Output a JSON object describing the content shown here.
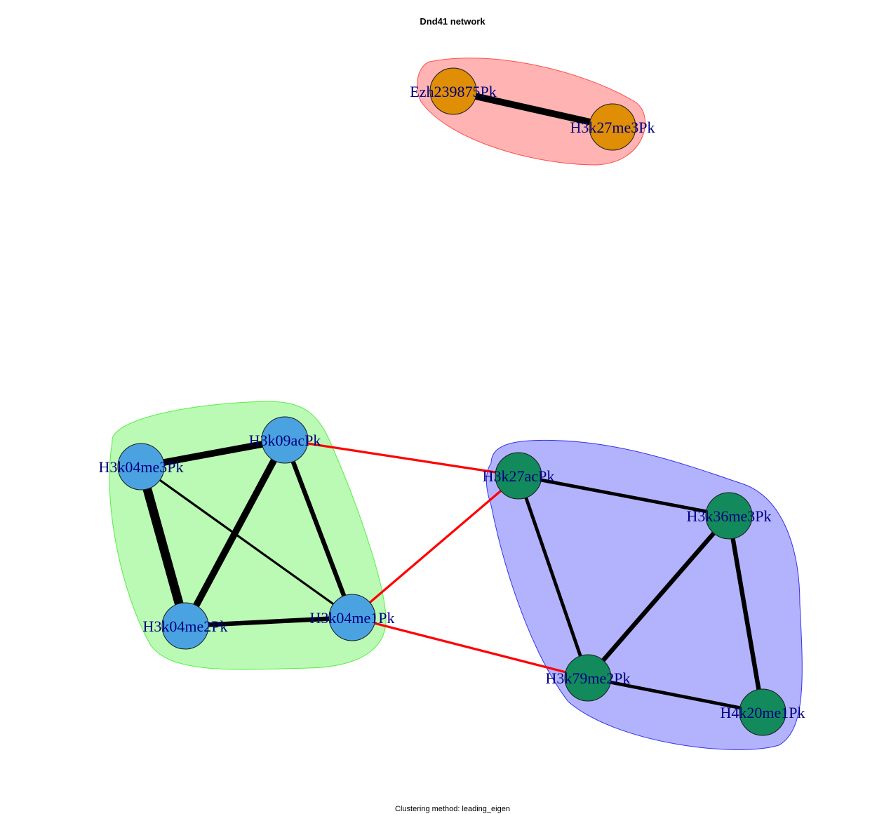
{
  "title": "Dnd41 network",
  "subtitle": "Clustering method: leading_eigen",
  "colors": {
    "cluster_fill_1": "#ffb3b3",
    "cluster_stroke_1": "#ff4d4d",
    "cluster_fill_2": "#bbfab4",
    "cluster_stroke_2": "#55ee44",
    "cluster_fill_3": "#b3b3fd",
    "cluster_stroke_3": "#3333ee",
    "node_orange": "#df8e05",
    "node_blue": "#4aa3e0",
    "node_green": "#128a5c",
    "edge_intra": "#000000",
    "edge_inter": "#ff0000",
    "label": "#000080"
  },
  "clusters": [
    {
      "id": "c1",
      "members": [
        "Ezh239875Pk",
        "H3k27me3Pk"
      ]
    },
    {
      "id": "c2",
      "members": [
        "H3k09acPk",
        "H3k04me3Pk",
        "H3k04me2Pk",
        "H3k04me1Pk"
      ]
    },
    {
      "id": "c3",
      "members": [
        "H3k27acPk",
        "H3k36me3Pk",
        "H3k79me2Pk",
        "H4k20me1Pk"
      ]
    }
  ],
  "nodes": [
    {
      "id": "Ezh239875Pk",
      "label": "Ezh239875Pk",
      "cluster": "c1",
      "color": "node_orange"
    },
    {
      "id": "H3k27me3Pk",
      "label": "H3k27me3Pk",
      "cluster": "c1",
      "color": "node_orange"
    },
    {
      "id": "H3k09acPk",
      "label": "H3k09acPk",
      "cluster": "c2",
      "color": "node_blue"
    },
    {
      "id": "H3k04me3Pk",
      "label": "H3k04me3Pk",
      "cluster": "c2",
      "color": "node_blue"
    },
    {
      "id": "H3k04me2Pk",
      "label": "H3k04me2Pk",
      "cluster": "c2",
      "color": "node_blue"
    },
    {
      "id": "H3k04me1Pk",
      "label": "H3k04me1Pk",
      "cluster": "c2",
      "color": "node_blue"
    },
    {
      "id": "H3k27acPk",
      "label": "H3k27acPk",
      "cluster": "c3",
      "color": "node_green"
    },
    {
      "id": "H3k36me3Pk",
      "label": "H3k36me3Pk",
      "cluster": "c3",
      "color": "node_green"
    },
    {
      "id": "H3k79me2Pk",
      "label": "H3k79me2Pk",
      "cluster": "c3",
      "color": "node_green"
    },
    {
      "id": "H4k20me1Pk",
      "label": "H4k20me1Pk",
      "cluster": "c3",
      "color": "node_green"
    }
  ],
  "edges": [
    {
      "source": "Ezh239875Pk",
      "target": "H3k27me3Pk",
      "weight": 3,
      "type": "intra"
    },
    {
      "source": "H3k04me3Pk",
      "target": "H3k09acPk",
      "weight": 3,
      "type": "intra"
    },
    {
      "source": "H3k04me3Pk",
      "target": "H3k04me2Pk",
      "weight": 4,
      "type": "intra"
    },
    {
      "source": "H3k04me3Pk",
      "target": "H3k04me1Pk",
      "weight": 1,
      "type": "intra"
    },
    {
      "source": "H3k09acPk",
      "target": "H3k04me2Pk",
      "weight": 3,
      "type": "intra"
    },
    {
      "source": "H3k09acPk",
      "target": "H3k04me1Pk",
      "weight": 2,
      "type": "intra"
    },
    {
      "source": "H3k04me2Pk",
      "target": "H3k04me1Pk",
      "weight": 2,
      "type": "intra"
    },
    {
      "source": "H3k27acPk",
      "target": "H3k36me3Pk",
      "weight": 1.5,
      "type": "intra"
    },
    {
      "source": "H3k27acPk",
      "target": "H3k79me2Pk",
      "weight": 1.5,
      "type": "intra"
    },
    {
      "source": "H3k36me3Pk",
      "target": "H3k79me2Pk",
      "weight": 2,
      "type": "intra"
    },
    {
      "source": "H3k36me3Pk",
      "target": "H4k20me1Pk",
      "weight": 2,
      "type": "intra"
    },
    {
      "source": "H3k79me2Pk",
      "target": "H4k20me1Pk",
      "weight": 1.5,
      "type": "intra"
    },
    {
      "source": "H3k09acPk",
      "target": "H3k27acPk",
      "weight": 1,
      "type": "inter"
    },
    {
      "source": "H3k04me1Pk",
      "target": "H3k27acPk",
      "weight": 1,
      "type": "inter"
    },
    {
      "source": "H3k04me1Pk",
      "target": "H3k79me2Pk",
      "weight": 1,
      "type": "inter"
    }
  ]
}
